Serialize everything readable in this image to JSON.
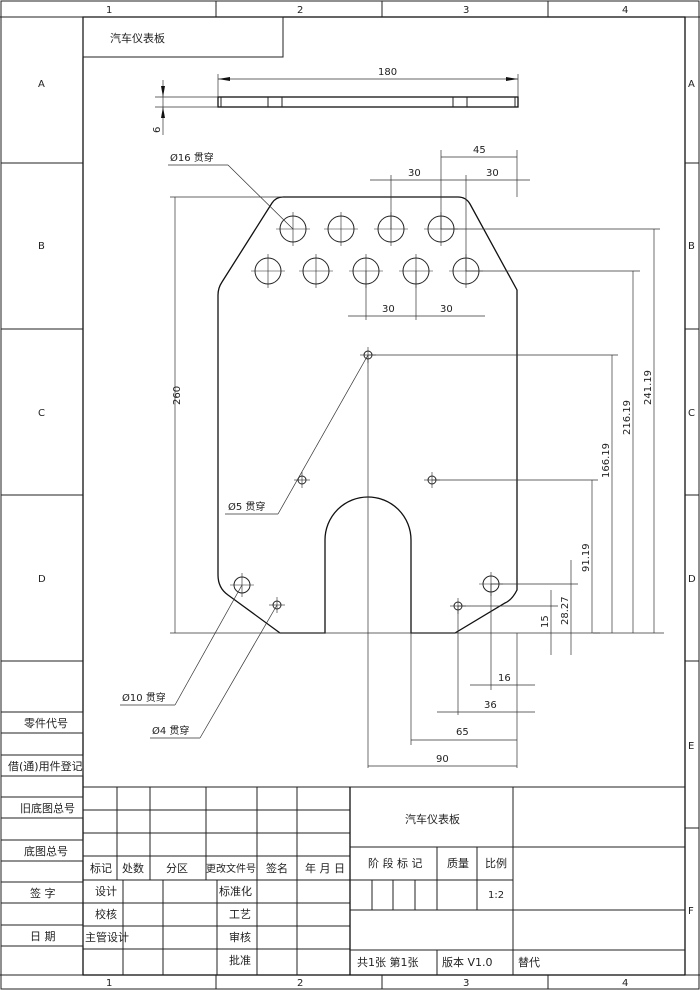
{
  "header_title": "汽车仪表板",
  "zones": {
    "columns": [
      "1",
      "2",
      "3",
      "4"
    ],
    "rows": [
      "A",
      "B",
      "C",
      "D",
      "E",
      "F"
    ]
  },
  "left_strip": [
    "零件代号",
    "借(通)用件登记",
    "旧底图总号",
    "底图总号",
    "签 字",
    "日 期"
  ],
  "dimensions": {
    "top_length": "180",
    "thickness": "6",
    "hole_spacing_top_1": "30",
    "hole_spacing_top_2": "30",
    "hole_offset_45": "45",
    "hole_spacing_bottom_1": "30",
    "hole_spacing_bottom_2": "30",
    "height_260": "260",
    "h_241": "241.19",
    "h_216": "216.19",
    "h_166": "166.19",
    "h_91": "91.19",
    "h_28": "28.27",
    "h_15": "15",
    "w_16": "16",
    "w_36": "36",
    "w_65": "65",
    "w_90": "90"
  },
  "callouts": {
    "d16": "Ø16 贯穿",
    "d5": "Ø5 贯穿",
    "d10": "Ø10 贯穿",
    "d4": "Ø4 贯穿"
  },
  "title_block": {
    "headers": [
      "标记",
      "处数",
      "分区",
      "更改文件号",
      "签名",
      "年 月 日"
    ],
    "left_roles": [
      "设计",
      "校核",
      "主管设计"
    ],
    "mid_roles": [
      "标准化",
      "工艺",
      "审核",
      "批准"
    ],
    "drawing_name": "汽车仪表板",
    "stage_mark": "阶 段 标 记",
    "mass": "质量",
    "scale_label": "比例",
    "scale_value": "1:2",
    "sheets": "共1张  第1张",
    "version": "版本 V1.0",
    "replace": "替代"
  }
}
